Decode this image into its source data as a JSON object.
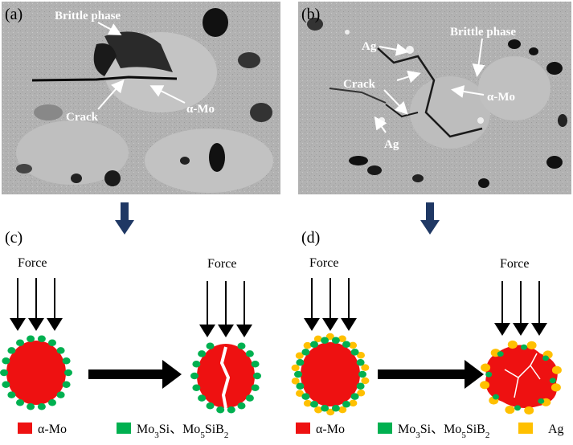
{
  "panels": {
    "a": {
      "label": "(a)",
      "annotations": {
        "brittle_phase": "Brittle phase",
        "crack": "Crack",
        "alpha_mo": "α-Mo"
      }
    },
    "b": {
      "label": "(b)",
      "annotations": {
        "ag_top": "Ag",
        "brittle_phase": "Brittle phase",
        "crack": "Crack",
        "alpha_mo": "α-Mo",
        "ag_bottom": "Ag"
      }
    },
    "c": {
      "label": "(c)",
      "force_left": "Force",
      "force_right": "Force"
    },
    "d": {
      "label": "(d)",
      "force_left": "Force",
      "force_right": "Force"
    }
  },
  "legend_c": {
    "alpha_mo": "α-Mo",
    "silicides_pre": "Mo",
    "silicides_sub1": "3",
    "silicides_mid": "Si、Mo",
    "silicides_sub2": "5",
    "silicides_post": "SiB",
    "silicides_sub3": "2"
  },
  "legend_d": {
    "alpha_mo": "α-Mo",
    "silicides_pre": "Mo",
    "silicides_sub1": "3",
    "silicides_mid": "Si、Mo",
    "silicides_sub2": "5",
    "silicides_post": "SiB",
    "silicides_sub3": "2",
    "ag": "Ag"
  },
  "colors": {
    "alpha_mo": "#ee1111",
    "silicide": "#00b050",
    "ag": "#ffc000",
    "arrow_navy": "#1f3864",
    "micrograph_bg": "#b4b4b4"
  }
}
